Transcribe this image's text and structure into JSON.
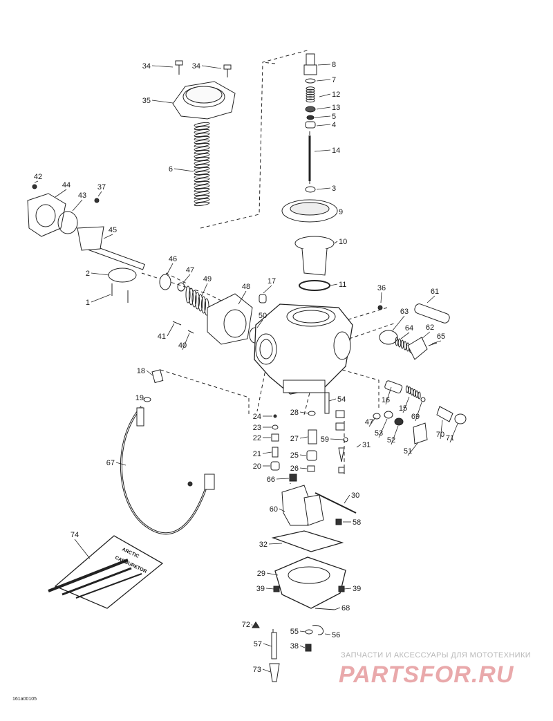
{
  "callouts": [
    "34",
    "34",
    "35",
    "6",
    "8",
    "7",
    "12",
    "13",
    "5",
    "4",
    "14",
    "3",
    "9",
    "10",
    "11",
    "42",
    "44",
    "43",
    "37",
    "45",
    "2",
    "1",
    "46",
    "47",
    "49",
    "48",
    "17",
    "36",
    "61",
    "63",
    "64",
    "62",
    "65",
    "50",
    "41",
    "40",
    "18",
    "19",
    "24",
    "23",
    "22",
    "21",
    "20",
    "28",
    "27",
    "25",
    "26",
    "54",
    "59",
    "31",
    "47",
    "53",
    "52",
    "16",
    "15",
    "69",
    "70",
    "71",
    "51",
    "67",
    "66",
    "60",
    "30",
    "58",
    "32",
    "29",
    "39",
    "39",
    "68",
    "72",
    "55",
    "56",
    "57",
    "38",
    "73",
    "74"
  ],
  "drawing_code": "161a00105",
  "kit_text": [
    "ARCTIC",
    "CARBURETOR"
  ],
  "watermark": {
    "tagline": "ЗАПЧАСТИ И АКСЕССУАРЫ ДЛЯ МОТОТЕХНИКИ",
    "logo": "PARTSFOR.RU",
    "color": "#e9a9ab"
  }
}
